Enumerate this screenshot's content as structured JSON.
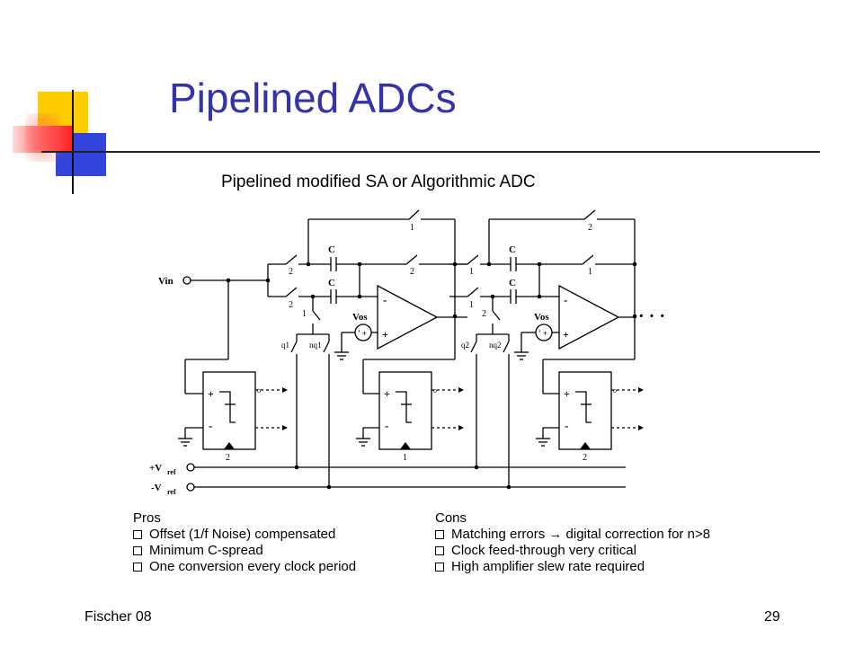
{
  "slide": {
    "title": "Pipelined ADCs",
    "subtitle": "Pipelined modified SA or Algorithmic ADC",
    "footer_left": "Fischer 08",
    "page_number": "29"
  },
  "circuit": {
    "vin_label": "Vin",
    "vref_pos_label": "+V",
    "vref_pos_sub": "ref",
    "vref_neg_label": "-V",
    "vref_neg_sub": "ref",
    "stage1": {
      "cap_top": "C",
      "cap_bottom": "C",
      "sw_feedback": "1",
      "sw_in_top": "2",
      "sw_out_top": "2",
      "sw_in_bottom": "2",
      "sw_vos": "1",
      "vos_label": "Vos",
      "q_label": "q1",
      "nq_label": "nq1",
      "comp1_clock": "2",
      "comp2_clock": "1"
    },
    "stage2": {
      "cap_top": "C",
      "cap_bottom": "C",
      "sw_feedback": "2",
      "sw_in_top": "1",
      "sw_out_top": "1",
      "sw_in_bottom": "1",
      "sw_vos": "2",
      "vos_label": "Vos",
      "q_label": "q2",
      "nq_label": "nq2",
      "comp3_clock": "2"
    },
    "continuation": "· · ·"
  },
  "pros": {
    "heading": "Pros",
    "items": [
      "Offset (1/f Noise) compensated",
      "Minimum C-spread",
      "One conversion every clock period"
    ]
  },
  "cons": {
    "heading": "Cons",
    "items": [
      "Matching errors → digital correction for n>8",
      "Clock feed-through very critical",
      "High amplifier slew rate required"
    ]
  }
}
